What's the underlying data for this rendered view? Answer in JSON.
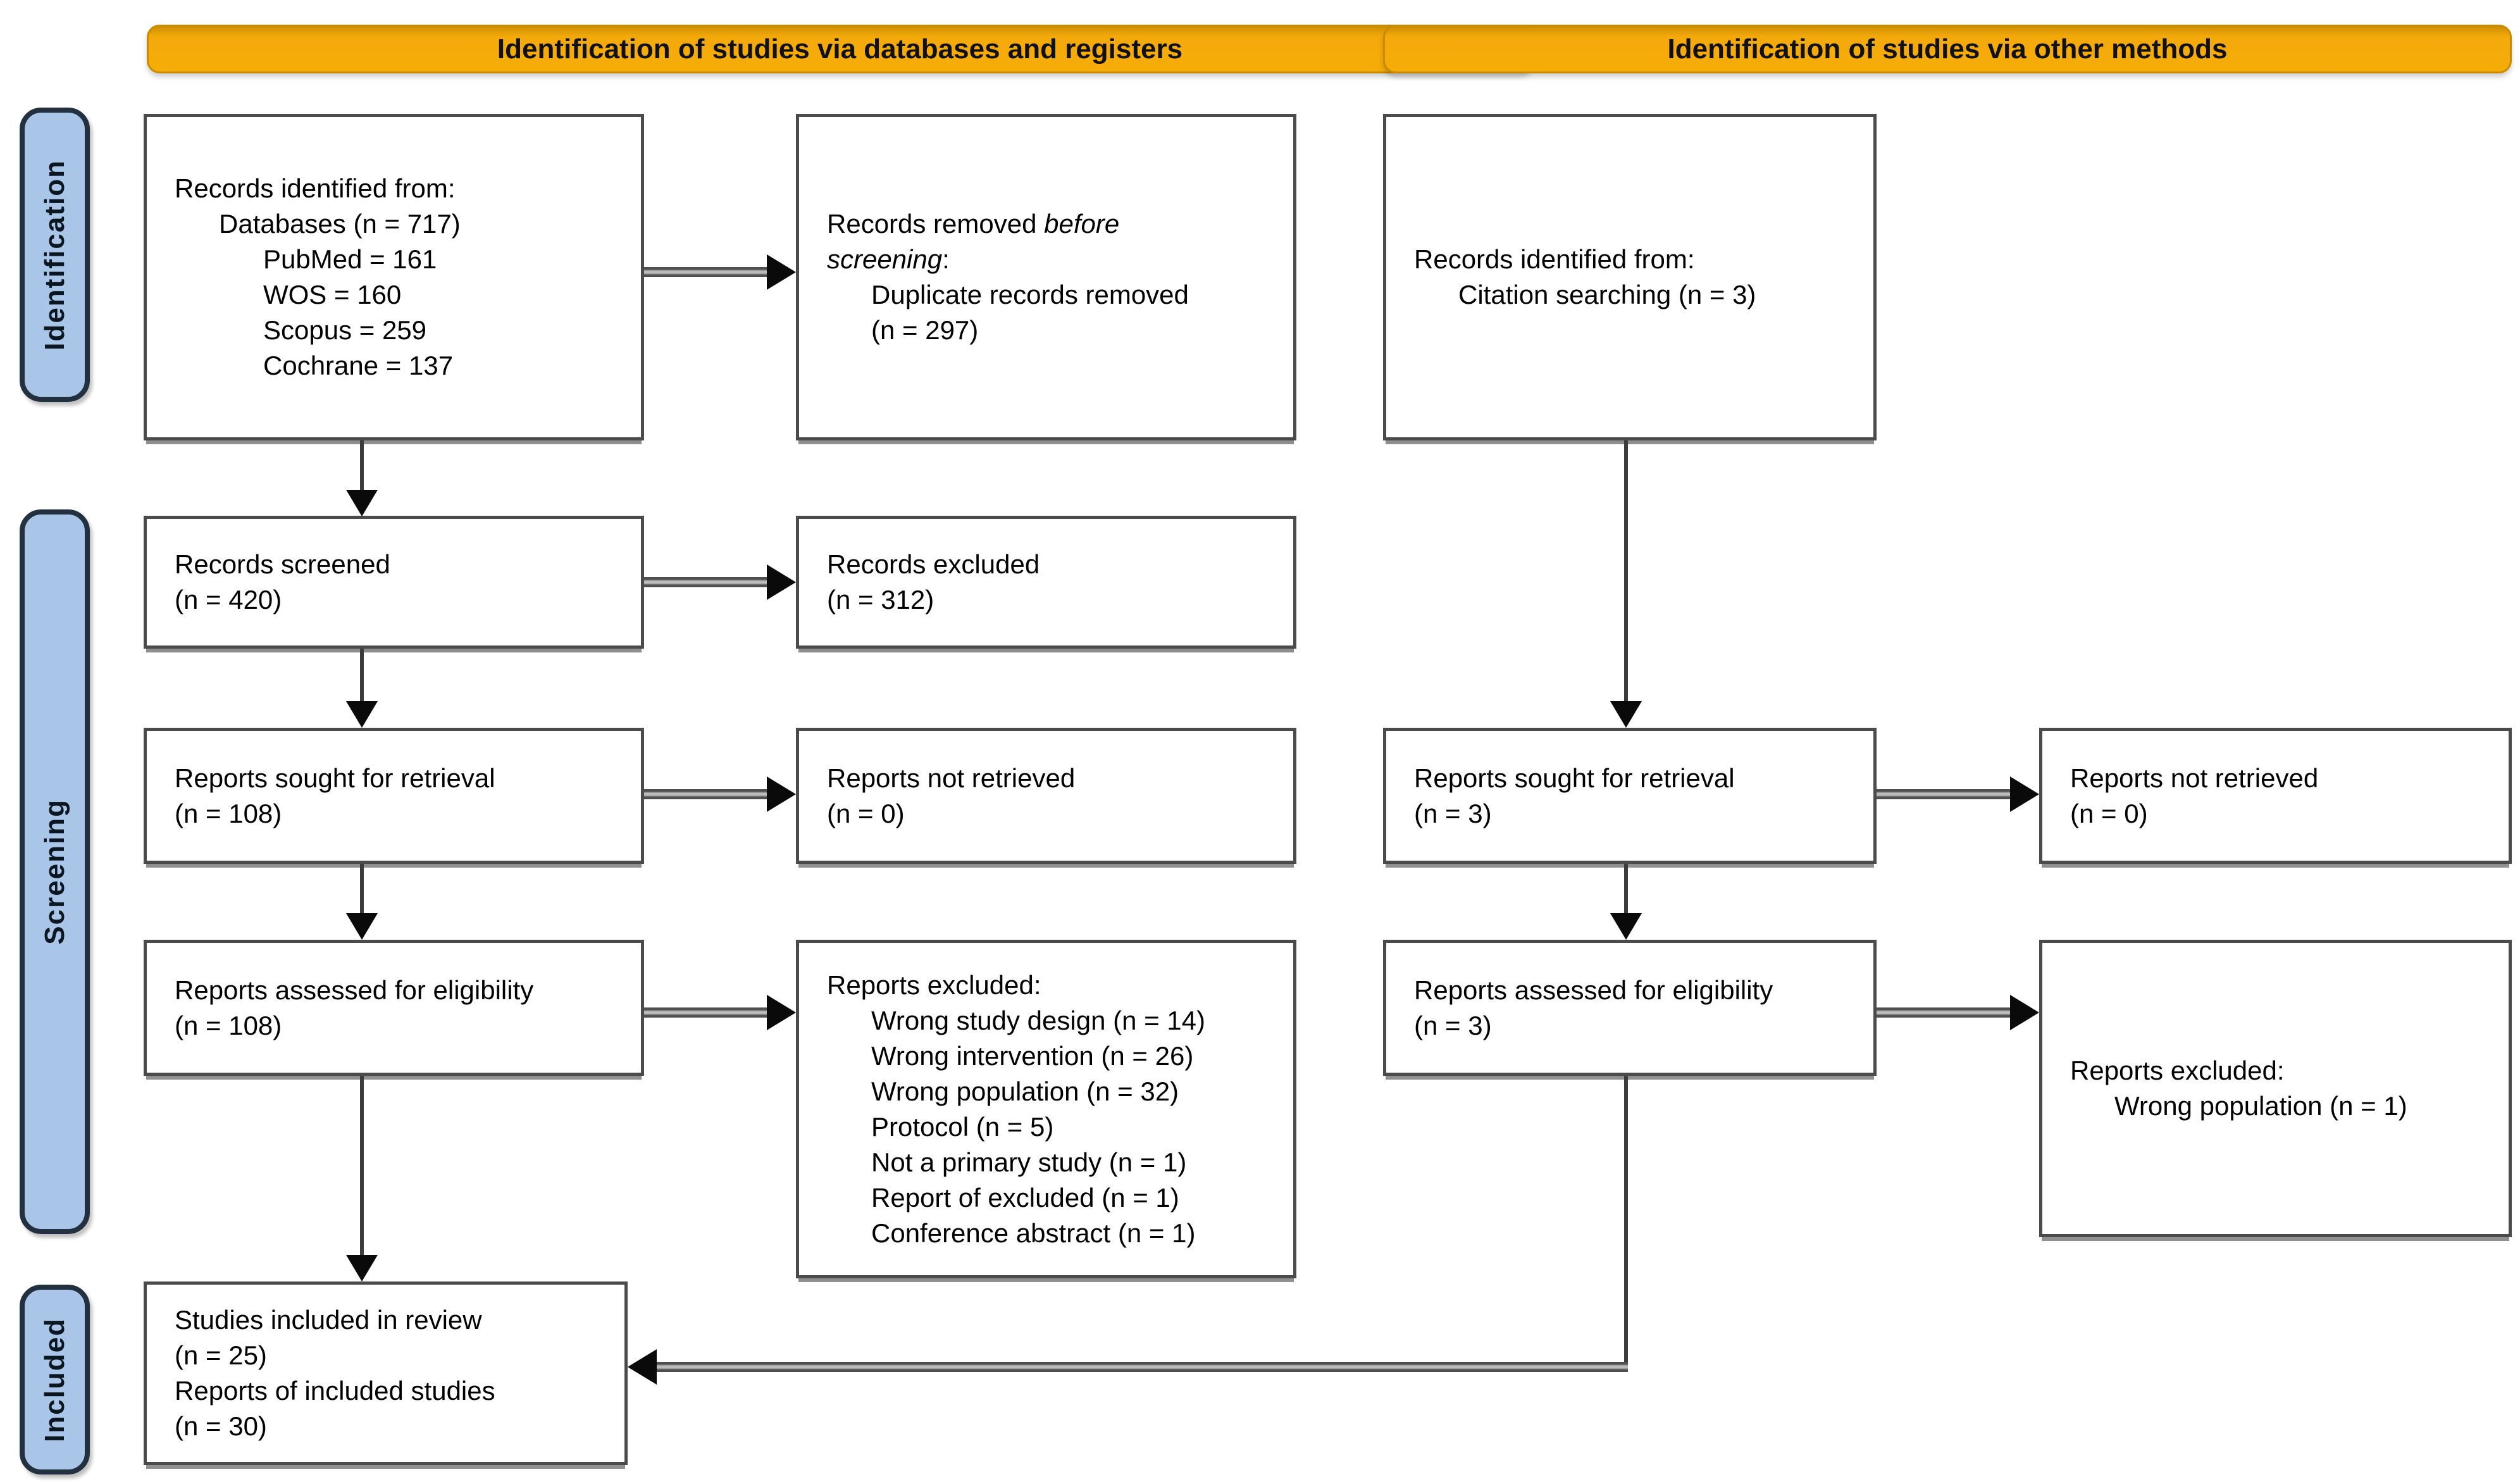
{
  "banners": {
    "databases": "Identification of studies via databases and registers",
    "other": "Identification of studies via other methods"
  },
  "sidebar": {
    "identification": "Identification",
    "screening": "Screening",
    "included": "Included"
  },
  "colors": {
    "banner_fill": "#F3A90A",
    "sidebar_fill": "#A9C6E8",
    "box_border": "#4B4B4B",
    "arrow": "#0A0A0A"
  },
  "boxes": {
    "records_identified_db": {
      "title": "Records identified from:",
      "databases": "Databases (n = 717)",
      "sources": [
        "PubMed = 161",
        "WOS = 160",
        "Scopus = 259",
        "Cochrane = 137"
      ]
    },
    "records_removed": {
      "l1_normal": "Records removed ",
      "l1_italic": "before",
      "l2_italic": "screening",
      "l2_suffix": ":",
      "detail": "Duplicate records removed",
      "count": "(n = 297)"
    },
    "records_identified_other": {
      "title": "Records identified from:",
      "detail": "Citation searching (n = 3)"
    },
    "records_screened": {
      "line1": "Records screened",
      "line2": "(n = 420)"
    },
    "records_excluded": {
      "line1": "Records excluded",
      "line2": "(n = 312)"
    },
    "reports_sought_db": {
      "line1": "Reports sought for retrieval",
      "line2": "(n = 108)"
    },
    "reports_not_retrieved_db": {
      "line1": "Reports not retrieved",
      "line2": "(n = 0)"
    },
    "reports_sought_other": {
      "line1": "Reports sought for retrieval",
      "line2": "(n = 3)"
    },
    "reports_not_retrieved_other": {
      "line1": "Reports not retrieved",
      "line2": "(n = 0)"
    },
    "reports_assessed_db": {
      "line1": "Reports assessed for eligibility",
      "line2": "(n = 108)"
    },
    "reports_excluded_db": {
      "title": "Reports excluded:",
      "reasons": [
        "Wrong study design (n = 14)",
        "Wrong intervention (n = 26)",
        "Wrong population (n = 32)",
        "Protocol (n = 5)",
        "Not a primary study (n = 1)",
        "Report of excluded (n = 1)",
        "Conference abstract (n = 1)"
      ]
    },
    "reports_assessed_other": {
      "line1": "Reports assessed for eligibility",
      "line2": "(n = 3)"
    },
    "reports_excluded_other": {
      "title": "Reports excluded:",
      "reason": "Wrong population (n = 1)"
    },
    "studies_included": {
      "line1": "Studies included in review",
      "line2": "(n = 25)",
      "line3": "Reports of included studies",
      "line4": "(n = 30)"
    }
  }
}
